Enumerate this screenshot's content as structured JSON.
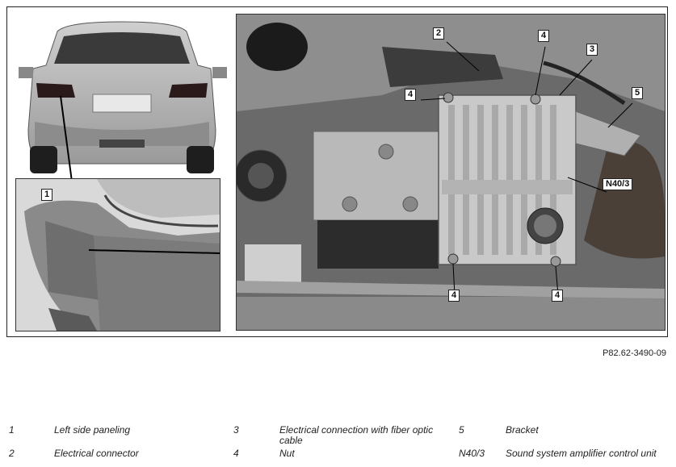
{
  "figure_code": "P82.62-3490-09",
  "callouts": {
    "c1": "1",
    "c2": "2",
    "c3": "3",
    "c4": "4",
    "c5": "5",
    "cN": "N40/3"
  },
  "legend": [
    {
      "num": "1",
      "text": "Left side paneling"
    },
    {
      "num": "2",
      "text": "Electrical connector"
    },
    {
      "num": "3",
      "text": "Electrical connection with fiber optic cable"
    },
    {
      "num": "4",
      "text": "Nut"
    },
    {
      "num": "5",
      "text": "Bracket"
    },
    {
      "num": "N40/3",
      "text": "Sound system amplifier control unit"
    }
  ]
}
